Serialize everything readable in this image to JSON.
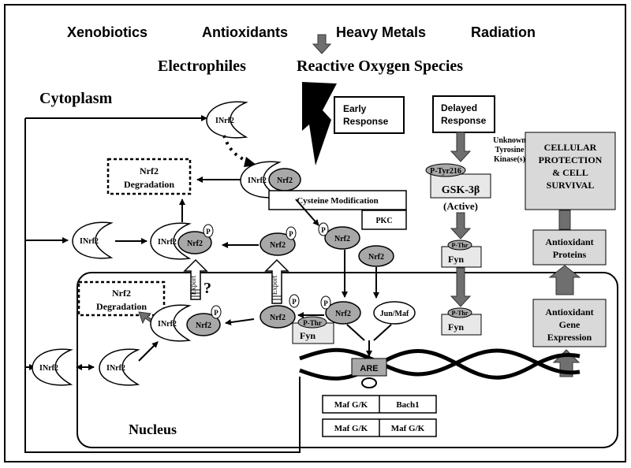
{
  "stimuli": {
    "xenobiotics": "Xenobiotics",
    "antioxidants": "Antioxidants",
    "heavy_metals": "Heavy Metals",
    "radiation": "Radiation",
    "electrophiles": "Electrophiles",
    "ros": "Reactive Oxygen Species"
  },
  "compartments": {
    "cytoplasm": "Cytoplasm",
    "nucleus": "Nucleus"
  },
  "responses": {
    "early_line1": "Early",
    "early_line2": "Response",
    "delayed_line1": "Delayed",
    "delayed_line2": "Response"
  },
  "kinase_note": [
    "Unknown",
    "Tyrosine",
    "Kinase(s)"
  ],
  "labels": {
    "inrf2": "INrf2",
    "nrf2": "Nrf2",
    "p": "P",
    "degradation_line1": "Nrf2",
    "degradation_line2": "Degradation",
    "cysteine_mod": "Cysteine Modification",
    "pkc": "PKC",
    "p_tyr216": "P-Tyr216",
    "gsk3b": "GSK-3β",
    "active": "(Active)",
    "p_thr": "P-Thr",
    "fyn": "Fyn",
    "export": "Export",
    "question": "?",
    "jun_maf": "Jun/Maf",
    "are": "ARE",
    "maf_gk": "Maf G/K",
    "bach1": "Bach1"
  },
  "outcomes": {
    "survival": [
      "CELLULAR",
      "PROTECTION",
      "& CELL",
      "SURVIVAL"
    ],
    "proteins": [
      "Antioxidant",
      "Proteins"
    ],
    "gene_expr": [
      "Antioxidant",
      "Gene",
      "Expression"
    ]
  },
  "colors": {
    "oval_fill": "#a8a8a8",
    "box_gray": "#d9d9d9",
    "arrow_gray": "#6f6f6f",
    "black": "#000000"
  }
}
